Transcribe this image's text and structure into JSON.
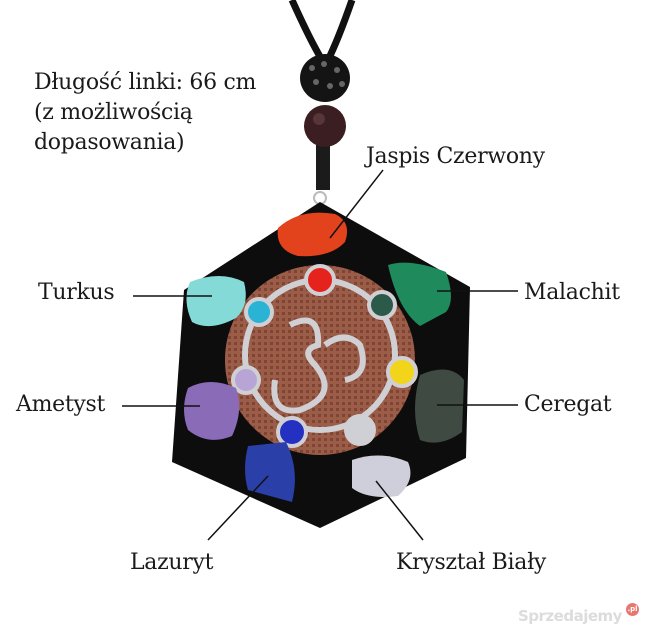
{
  "info": {
    "line1": "Długość linki: 66 cm",
    "line2": "(z możliwością",
    "line3": "dopasowania)"
  },
  "labels": {
    "jaspis": "Jaspis Czerwony",
    "turkus": "Turkus",
    "malachit": "Malachit",
    "ametyst": "Ametyst",
    "ceregat": "Ceregat",
    "lazuryt": "Lazuryt",
    "krysztal": "Kryształ Biały"
  },
  "watermark": {
    "text": "Sprzedajemy",
    "badge": ".pl"
  },
  "colors": {
    "pendant": "#0d0d0d",
    "copper": "#9a5a45",
    "silver": "#c9c9cc",
    "jaspis": "#e2421c",
    "turkus": "#7fd6d2",
    "malachit": "#1f8a5c",
    "ametyst": "#8a6bb8",
    "ceregat": "#3e4a42",
    "lazuryt": "#2a3fa8",
    "krysztal": "#d8d8e0"
  }
}
